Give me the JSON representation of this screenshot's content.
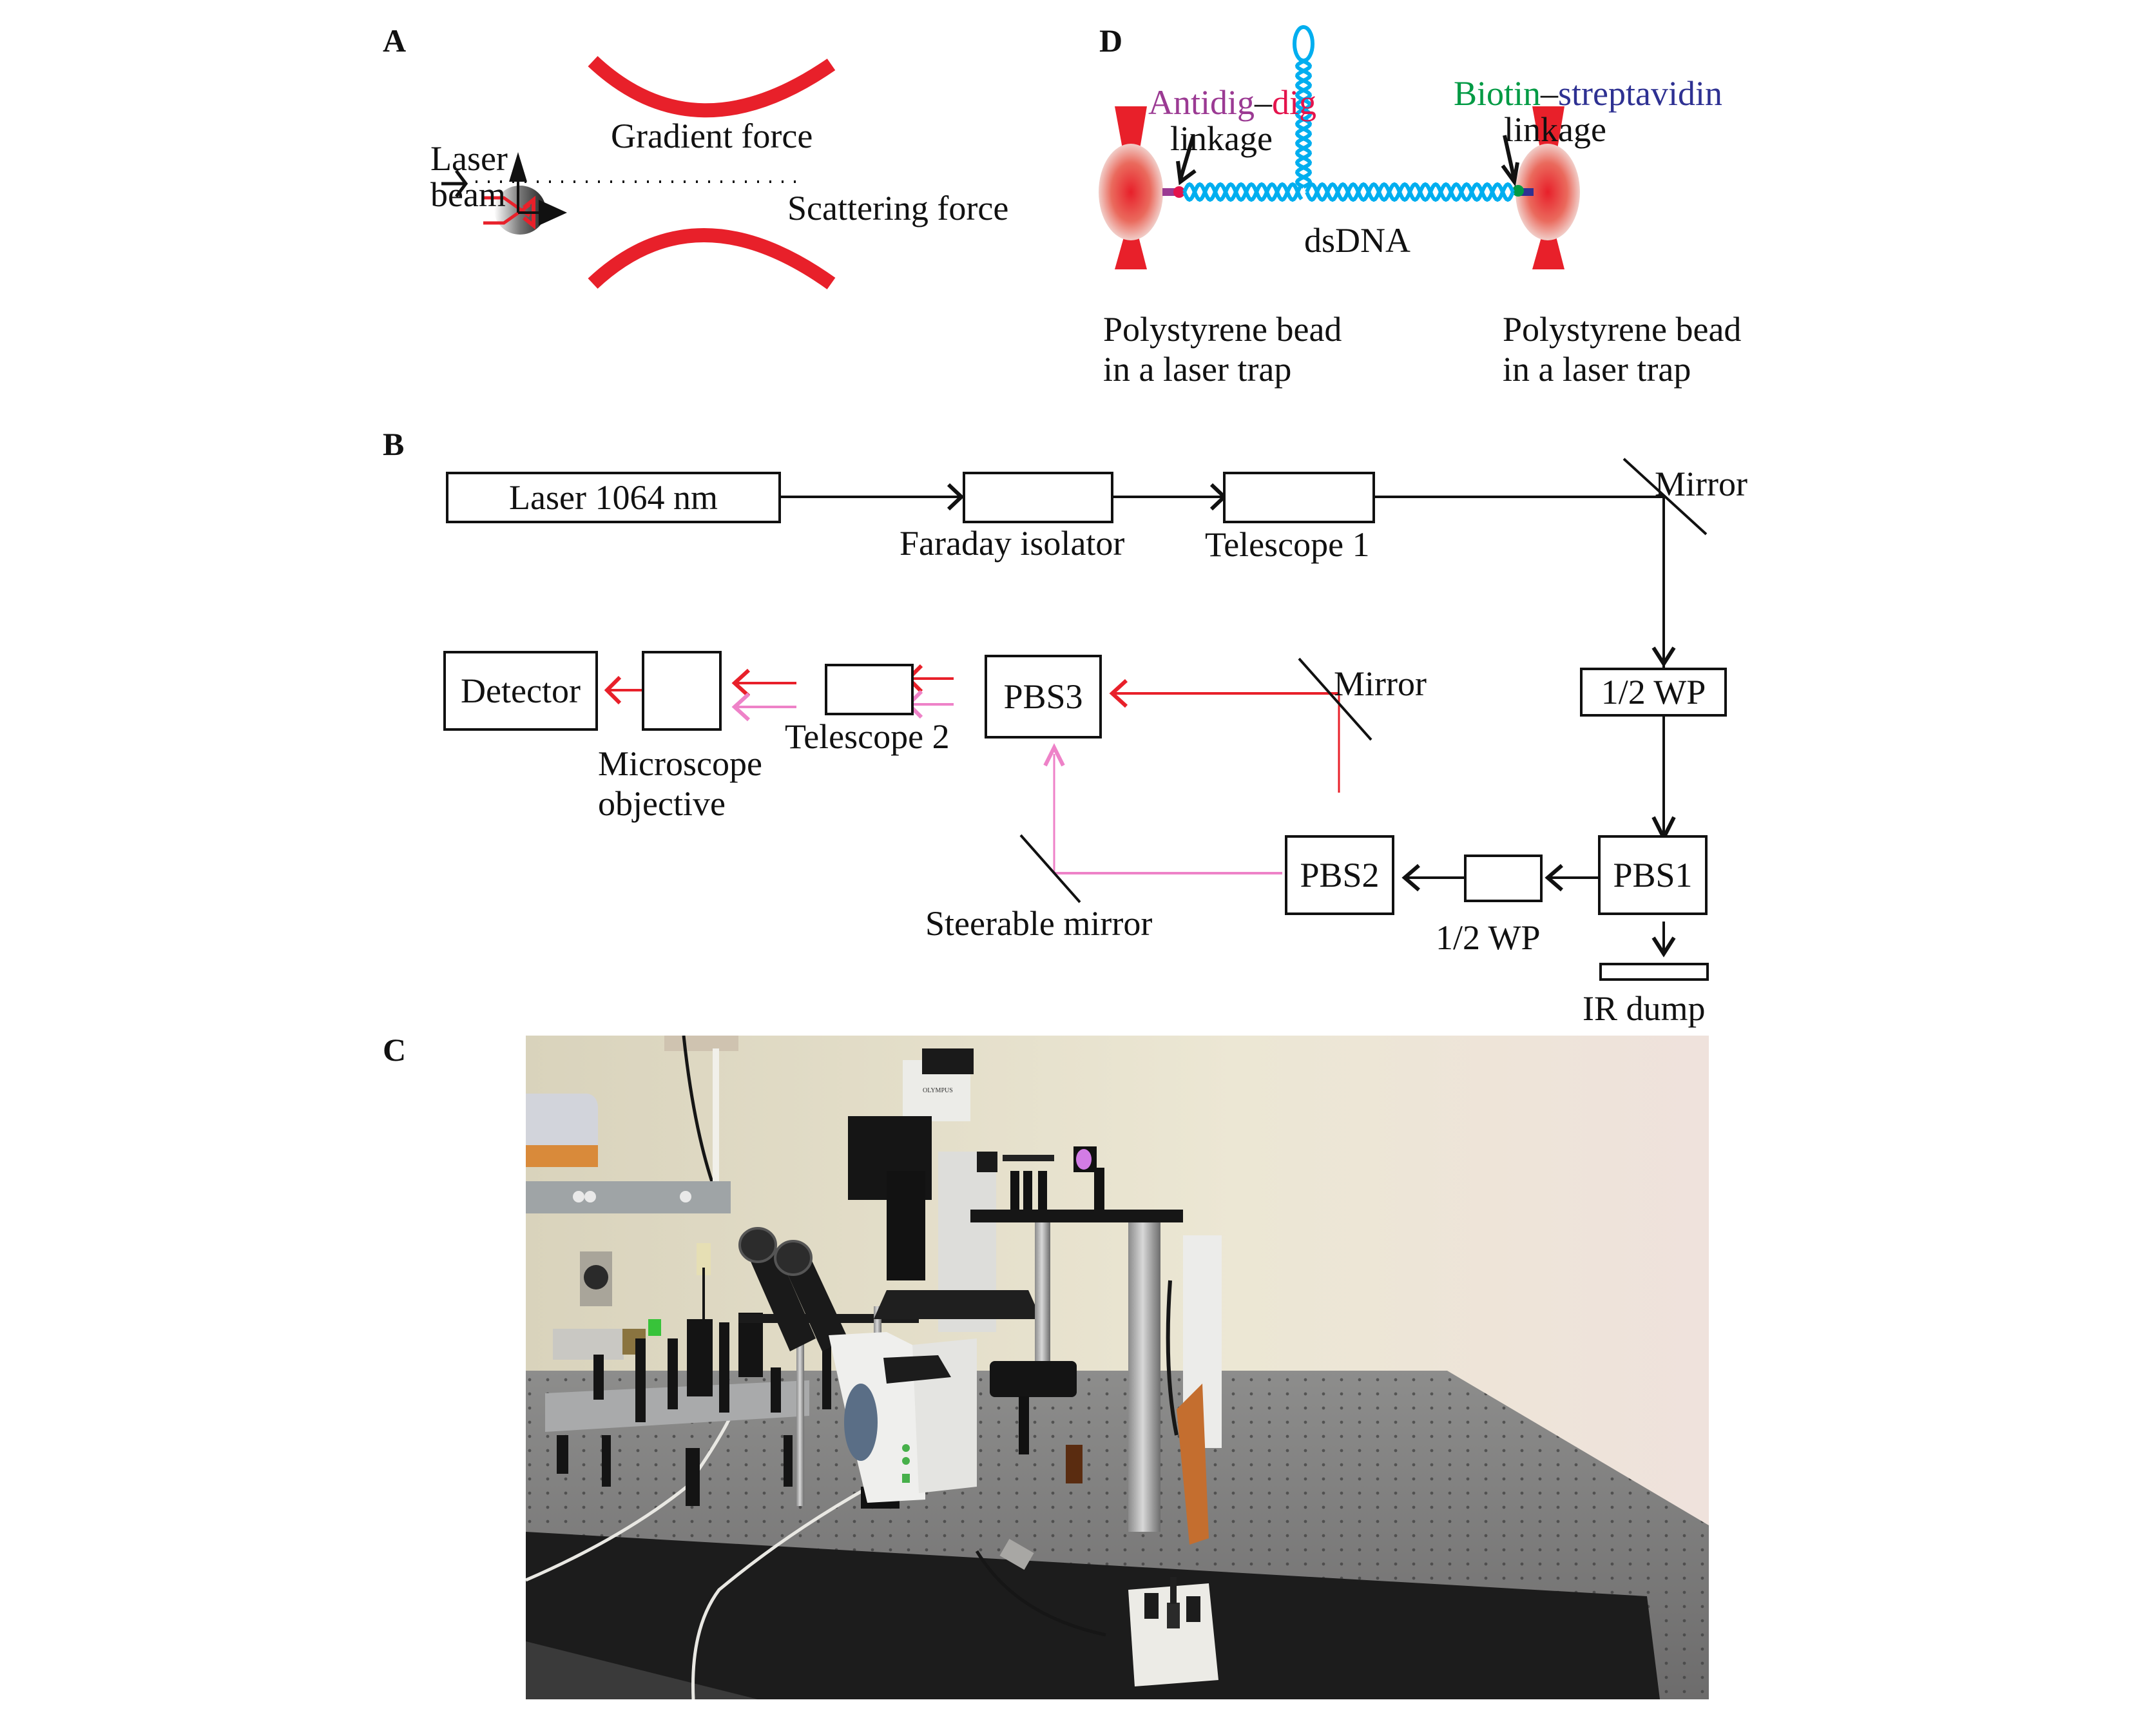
{
  "figure": {
    "panels": {
      "A": {
        "label": "A",
        "laser_beam": "Laser\nbeam",
        "gradient_force": "Gradient force",
        "scattering_force": "Scattering force"
      },
      "B": {
        "label": "B",
        "components": {
          "laser": "Laser 1064 nm",
          "faraday": "Faraday isolator",
          "telescope1": "Telescope 1",
          "mirror1": "Mirror",
          "halfwp1": "1/2 WP",
          "pbs1": "PBS1",
          "halfwp2": "1/2 WP",
          "pbs2": "PBS2",
          "irdump": "IR dump",
          "mirror2": "Mirror",
          "steerable": "Steerable mirror",
          "pbs3": "PBS3",
          "telescope2": "Telescope 2",
          "objective": "Microscope\nobjective",
          "detector": "Detector"
        }
      },
      "C": {
        "label": "C",
        "photo_description": "Optical tweezers setup on optical table with Olympus inverted microscope",
        "brand_text": "OLYMPUS"
      },
      "D": {
        "label": "D",
        "antidig": "Antidig",
        "dash": "–",
        "dig": "dig",
        "linkage_left": "linkage",
        "biotin": "Biotin",
        "streptavidin": "streptavidin",
        "linkage_right": "linkage",
        "dsdna": "dsDNA",
        "bead_left": "Polystyrene bead\nin a laser trap",
        "bead_right": "Polystyrene bead\nin a laser trap"
      }
    },
    "colors": {
      "laser_red": "#e8202a",
      "trap_pink": "#ee82c8",
      "dna_blue": "#00aeef",
      "antidig_purple": "#9b3a93",
      "dig_red": "#e4144c",
      "biotin_green": "#009a44",
      "streptavidin_blue": "#2e3192"
    }
  }
}
